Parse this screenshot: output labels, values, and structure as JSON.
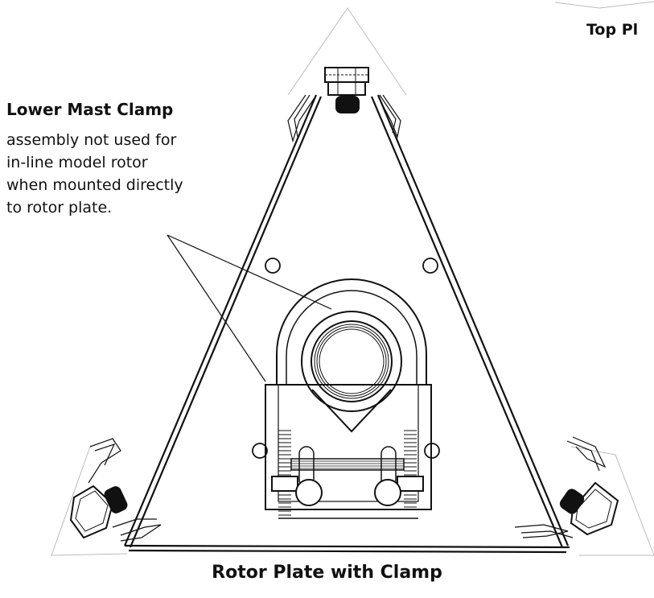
{
  "labels": {
    "top_plate": "Top Pl",
    "clamp_title": "Lower Mast Clamp",
    "clamp_desc": [
      "assembly not used for",
      "in-line model rotor",
      "when mounted directly",
      "to rotor plate."
    ],
    "caption": "Rotor Plate with Clamp"
  },
  "colors": {
    "line": "#111111",
    "faint": "#bbbbbb",
    "background": "#ffffff"
  }
}
